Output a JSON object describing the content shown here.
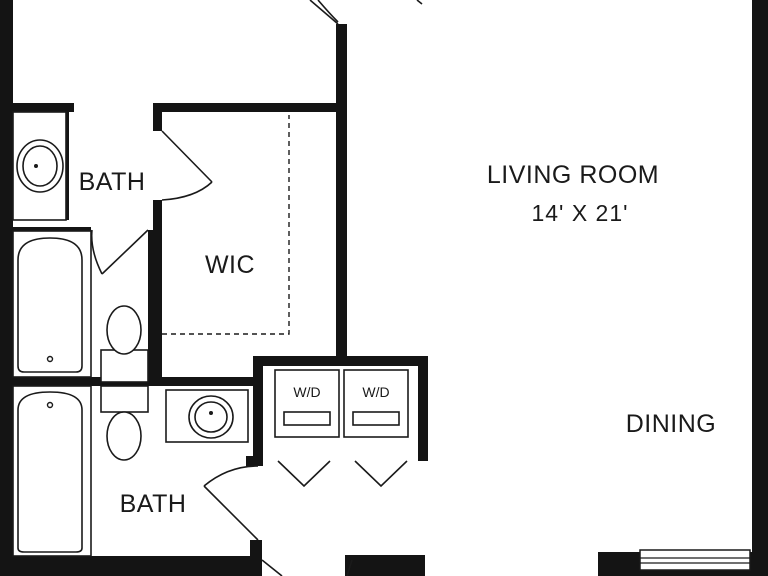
{
  "rooms": {
    "living": {
      "name": "LIVING ROOM",
      "size": "14' X 21'"
    },
    "dining": {
      "name": "DINING"
    },
    "bath_upper": {
      "name": "BATH"
    },
    "bath_lower": {
      "name": "BATH"
    },
    "wic": {
      "name": "WIC"
    },
    "laundry": {
      "left": "W/D",
      "right": "W/D"
    }
  }
}
